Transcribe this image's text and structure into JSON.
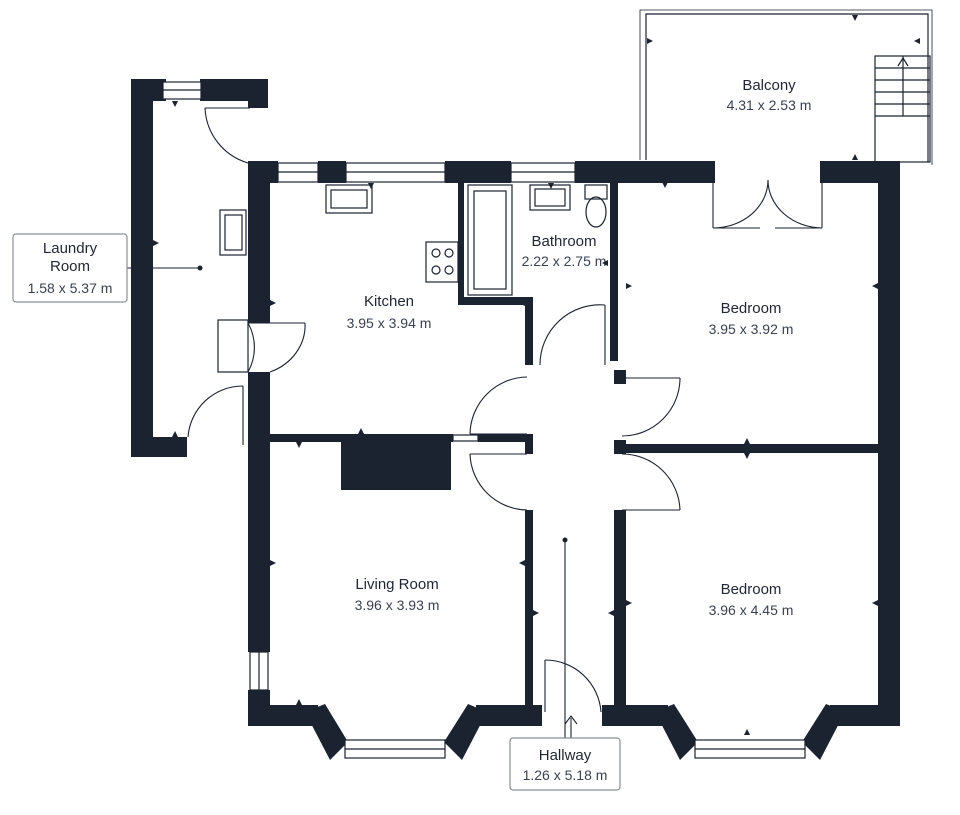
{
  "colors": {
    "wall": "#1b2230",
    "background": "#ffffff",
    "callout_border": "#8a8f98"
  },
  "rooms": {
    "balcony": {
      "name": "Balcony",
      "dims": "4.31 x 2.53 m"
    },
    "laundry": {
      "name_line1": "Laundry",
      "name_line2": "Room",
      "dims": "1.58 x 5.37 m"
    },
    "bathroom": {
      "name": "Bathroom",
      "dims": "2.22 x 2.75 m"
    },
    "kitchen": {
      "name": "Kitchen",
      "dims": "3.95 x 3.94 m"
    },
    "bedroom_1": {
      "name": "Bedroom",
      "dims": "3.95 x 3.92 m"
    },
    "living": {
      "name": "Living Room",
      "dims": "3.96 x 3.93 m"
    },
    "bedroom_2": {
      "name": "Bedroom",
      "dims": "3.96 x 4.45 m"
    },
    "hallway": {
      "name": "Hallway",
      "dims": "1.26 x 5.18 m"
    }
  }
}
